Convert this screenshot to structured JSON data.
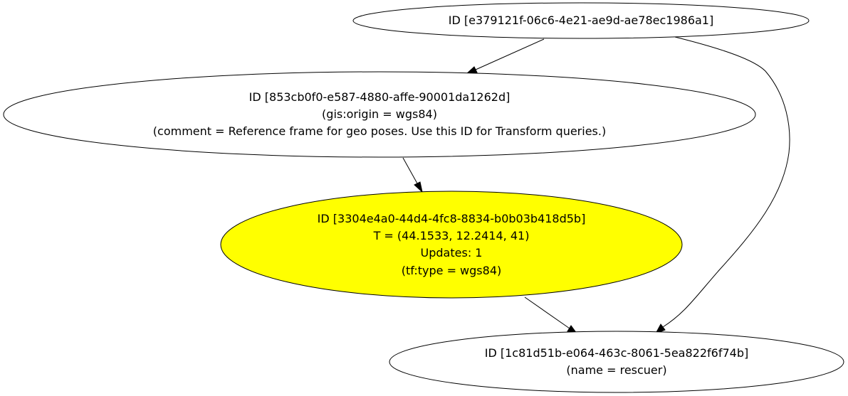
{
  "graph": {
    "nodes": [
      {
        "id": "root",
        "lines": [
          "ID [e379121f-06c6-4e21-ae9d-ae78ec1986a1]"
        ],
        "fill": "#ffffff"
      },
      {
        "id": "geo-frame",
        "lines": [
          "ID [853cb0f0-e587-4880-affe-90001da1262d]",
          "(gis:origin = wgs84)",
          "(comment = Reference frame for geo poses. Use this ID for Transform queries.)"
        ],
        "fill": "#ffffff"
      },
      {
        "id": "transform",
        "lines": [
          "ID [3304e4a0-44d4-4fc8-8834-b0b03b418d5b]",
          "T = (44.1533, 12.2414, 41)",
          "Updates: 1",
          "(tf:type = wgs84)"
        ],
        "fill": "#ffff00"
      },
      {
        "id": "rescuer",
        "lines": [
          "ID [1c81d51b-e064-463c-8061-5ea822f6f74b]",
          "(name = rescuer)"
        ],
        "fill": "#ffffff"
      }
    ],
    "edges": [
      {
        "from": "root",
        "to": "geo-frame"
      },
      {
        "from": "geo-frame",
        "to": "transform"
      },
      {
        "from": "transform",
        "to": "rescuer"
      },
      {
        "from": "root",
        "to": "rescuer"
      }
    ]
  }
}
